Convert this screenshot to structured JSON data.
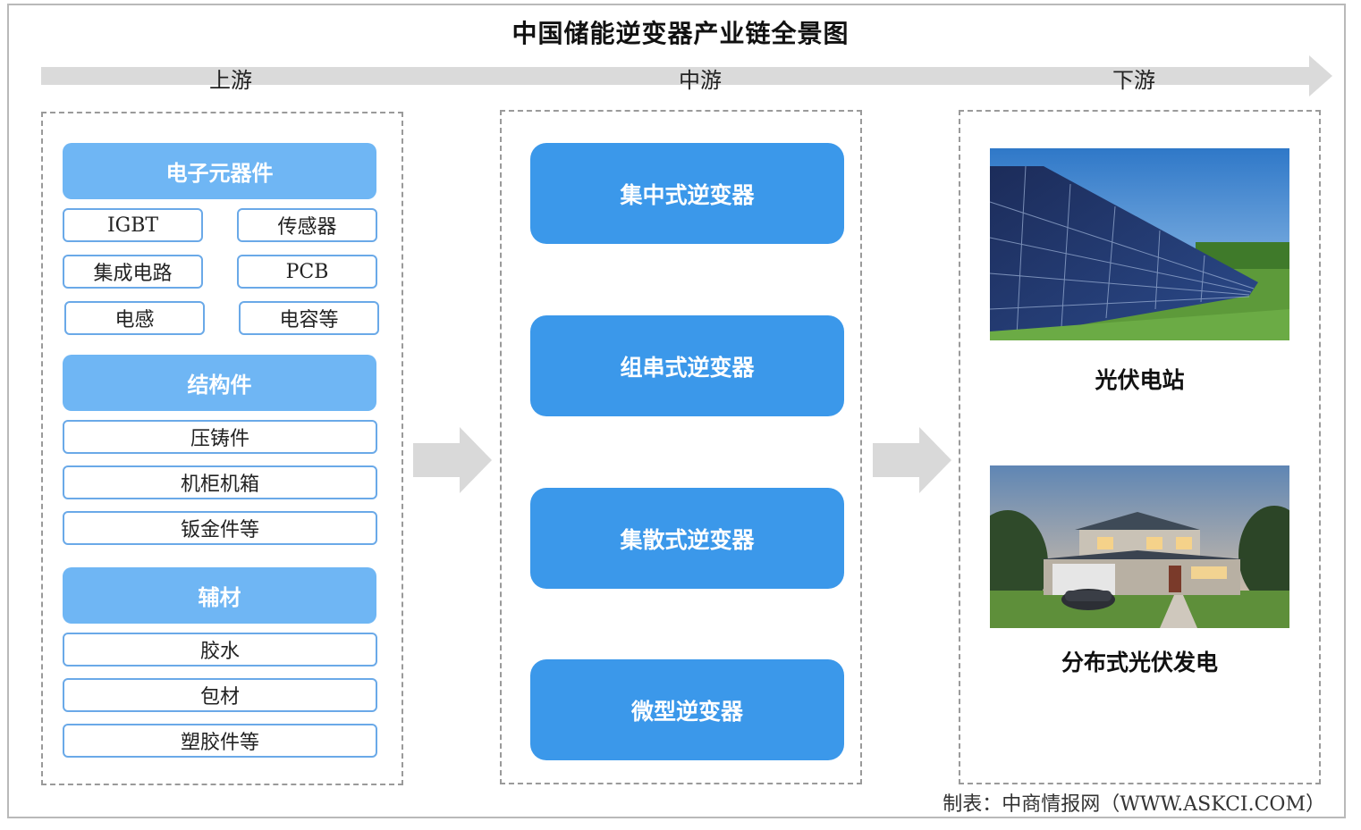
{
  "title": "中国储能逆变器产业链全景图",
  "stages": {
    "upstream": "上游",
    "midstream": "中游",
    "downstream": "下游"
  },
  "upstream": {
    "electronic": {
      "header": "电子元器件",
      "items": [
        "IGBT",
        "传感器",
        "集成电路",
        "PCB",
        "电感",
        "电容等"
      ]
    },
    "structural": {
      "header": "结构件",
      "items": [
        "压铸件",
        "机柜机箱",
        "钣金件等"
      ]
    },
    "auxiliary": {
      "header": "辅材",
      "items": [
        "胶水",
        "包材",
        "塑胶件等"
      ]
    }
  },
  "midstream": {
    "inverters": [
      "集中式逆变器",
      "组串式逆变器",
      "集散式逆变器",
      "微型逆变器"
    ]
  },
  "downstream": {
    "apps": [
      {
        "label": "光伏电站",
        "image": "solar-farm-photo"
      },
      {
        "label": "分布式光伏发电",
        "image": "residential-solar-house-photo"
      }
    ]
  },
  "source": "制表：中商情报网（WWW.ASKCI.COM）",
  "colors": {
    "header_blue": "#6fb6f4",
    "inverter_blue": "#3b98ea",
    "item_border": "#6aa9e8",
    "arrow_gray": "#d9d9d9"
  }
}
